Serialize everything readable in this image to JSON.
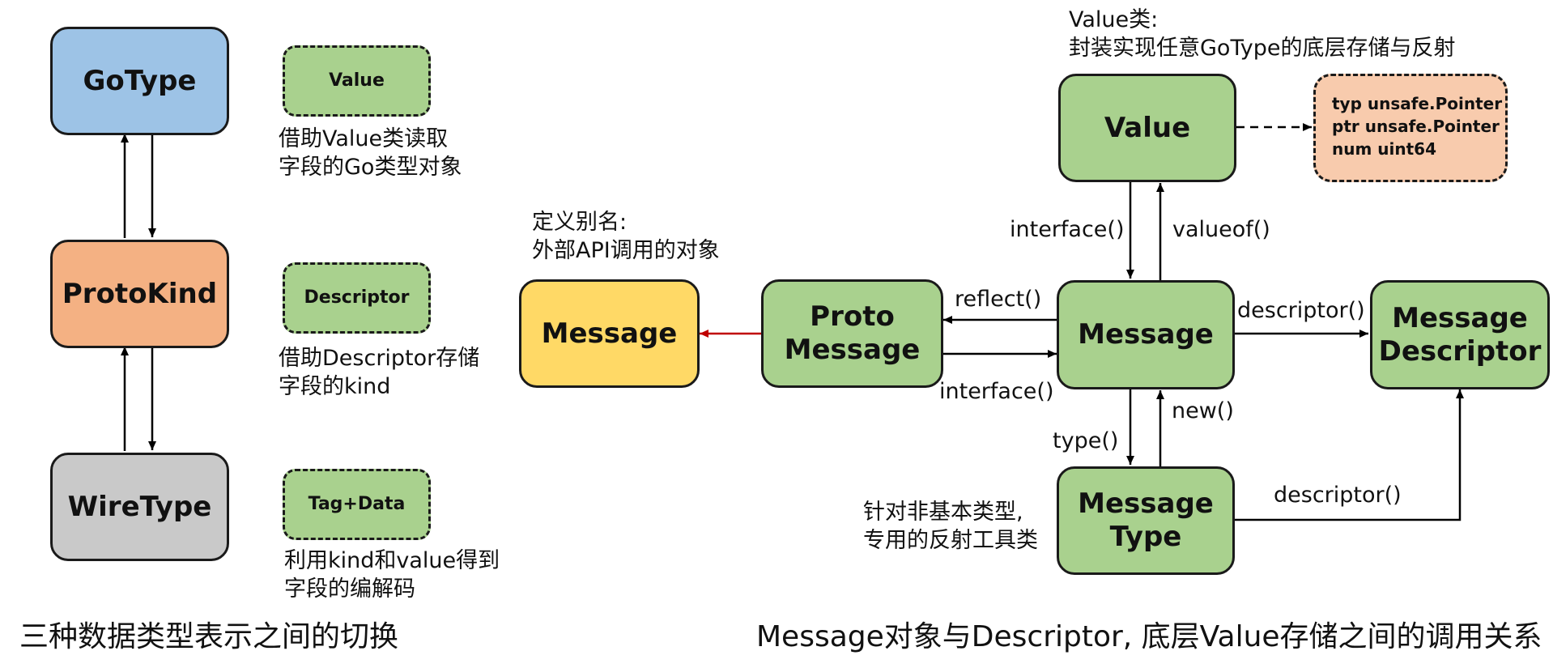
{
  "colors": {
    "blue": "#9dc3e6",
    "orange": "#f4b183",
    "gray": "#c9c9c9",
    "green": "#a9d18e",
    "yellow": "#ffd966",
    "peach": "#f8cbad",
    "red_arrow": "#c00000",
    "black": "#000000"
  },
  "left": {
    "gotype": "GoType",
    "protokind": "ProtoKind",
    "wiretype": "WireType",
    "value_tag": "Value",
    "value_note": [
      "借助Value类读取",
      "字段的Go类型对象"
    ],
    "descriptor_tag": "Descriptor",
    "descriptor_note": [
      "借助Descriptor存储",
      "字段的kind"
    ],
    "tagdata_tag": "Tag+Data",
    "tagdata_note": [
      "利用kind和value得到",
      "字段的编解码"
    ],
    "caption": "三种数据类型表示之间的切换"
  },
  "right": {
    "alias_note": [
      "定义别名:",
      "外部API调用的对象"
    ],
    "msg_api": "Message",
    "proto_message": [
      "Proto",
      "Message"
    ],
    "message": "Message",
    "value": "Value",
    "value_note": [
      "Value类:",
      "封装实现任意GoType的底层存储与反射"
    ],
    "value_fields": [
      "typ unsafe.Pointer",
      "ptr unsafe.Pointer",
      "num uint64"
    ],
    "message_descriptor": [
      "Message",
      "Descriptor"
    ],
    "message_type": [
      "Message",
      "Type"
    ],
    "type_note": [
      "针对非基本类型,",
      "专用的反射工具类"
    ],
    "edge_labels": {
      "reflect": "reflect()",
      "interface_pm": "interface()",
      "interface_v": "interface()",
      "valueof": "valueof()",
      "descriptor_md": "descriptor()",
      "type": "type()",
      "new": "new()",
      "descriptor_mt": "descriptor()"
    },
    "caption": "Message对象与Descriptor, 底层Value存储之间的调用关系"
  }
}
